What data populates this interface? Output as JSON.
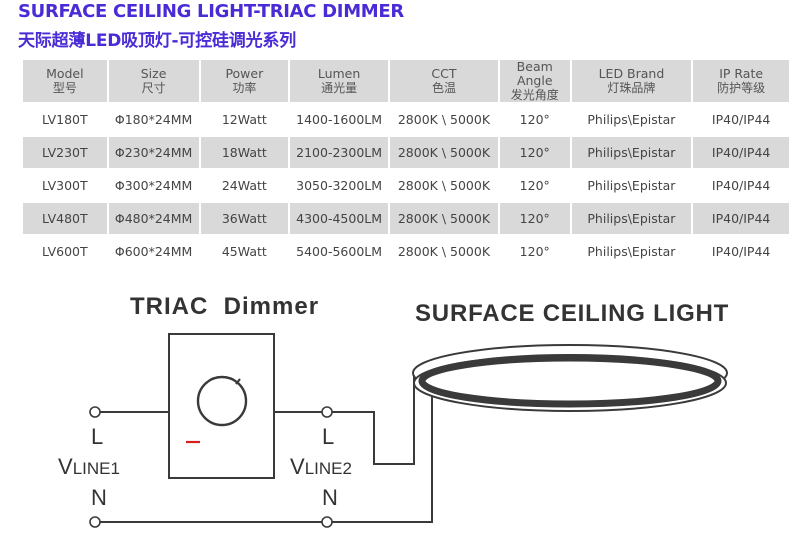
{
  "header": {
    "title_en": "SURFACE CEILING LIGHT-TRIAC DIMMER",
    "title_cn": "天际超薄LED吸顶灯-可控硅调光系列",
    "title_color": "#4a2bd6"
  },
  "table": {
    "columns": [
      {
        "en": "Model",
        "cn": "型号"
      },
      {
        "en": "Size",
        "cn": "尺寸"
      },
      {
        "en": "Power",
        "cn": "功率"
      },
      {
        "en": "Lumen",
        "cn": "通光量"
      },
      {
        "en": "CCT",
        "cn": "色温"
      },
      {
        "en": "Beam Angle",
        "cn": "发光角度"
      },
      {
        "en": "LED Brand",
        "cn": "灯珠品牌"
      },
      {
        "en": "IP Rate",
        "cn": "防护等级"
      }
    ],
    "rows": [
      [
        "LV180T",
        "Φ180*24MM",
        "12Watt",
        "1400-1600LM",
        "2800K \\ 5000K",
        "120°",
        "Philips\\Epistar",
        "IP40/IP44"
      ],
      [
        "LV230T",
        "Φ230*24MM",
        "18Watt",
        "2100-2300LM",
        "2800K \\ 5000K",
        "120°",
        "Philips\\Epistar",
        "IP40/IP44"
      ],
      [
        "LV300T",
        "Φ300*24MM",
        "24Watt",
        "3050-3200LM",
        "2800K \\ 5000K",
        "120°",
        "Philips\\Epistar",
        "IP40/IP44"
      ],
      [
        "LV480T",
        "Φ480*24MM",
        "36Watt",
        "4300-4500LM",
        "2800K \\ 5000K",
        "120°",
        "Philips\\Epistar",
        "IP40/IP44"
      ],
      [
        "LV600T",
        "Φ600*24MM",
        "45Watt",
        "5400-5600LM",
        "2800K \\ 5000K",
        "120°",
        "Philips\\Epistar",
        "IP40/IP44"
      ]
    ]
  },
  "diagram": {
    "dimmer_label": "TRIAC  Dimmer",
    "light_label": "SURFACE CEILING LIGHT",
    "l_in": "L",
    "n_in": "N",
    "l_out": "L",
    "n_out": "N",
    "v_in": "V",
    "v_in_sub": "LINE1",
    "v_out": "V",
    "v_out_sub": "LINE2",
    "minus_color": "#d62020",
    "line_color": "#3a3a3a"
  }
}
